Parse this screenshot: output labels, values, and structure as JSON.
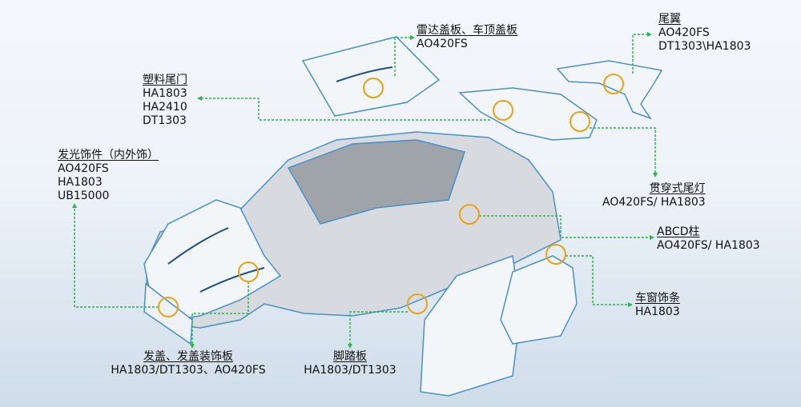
{
  "colors": {
    "leader": "#2db34a",
    "marker": "#e8a317",
    "car_outline": "#4a90c8",
    "car_fill": "#d7dbdf"
  },
  "labels": {
    "radar_cover": {
      "title": "雷达盖板、车顶盖板",
      "materials": [
        "AO420FS"
      ]
    },
    "spoiler": {
      "title": "尾翼",
      "materials": [
        "AO420FS",
        "DT1303\\HA1803"
      ]
    },
    "plastic_tailgate": {
      "title": "塑料尾门",
      "materials": [
        "HA1803",
        "HA2410",
        "DT1303"
      ]
    },
    "luminous_trim": {
      "title": "发光饰件（内外饰）",
      "materials": [
        "AO420FS",
        "HA1803",
        "UB15000"
      ]
    },
    "through_taillight": {
      "title": "贯穿式尾灯",
      "materials": [
        "AO420FS/ HA1803"
      ]
    },
    "abcd_pillar": {
      "title": "ABCD柱",
      "materials": [
        "AO420FS/ HA1803"
      ]
    },
    "window_trim": {
      "title": "车窗饰条",
      "materials": [
        "HA1803"
      ]
    },
    "hood": {
      "title": "发盖、发盖装饰板",
      "materials": [
        "HA1803/DT1303、AO420FS"
      ]
    },
    "running_board": {
      "title": "脚踏板",
      "materials": [
        "HA1803/DT1303"
      ]
    }
  }
}
